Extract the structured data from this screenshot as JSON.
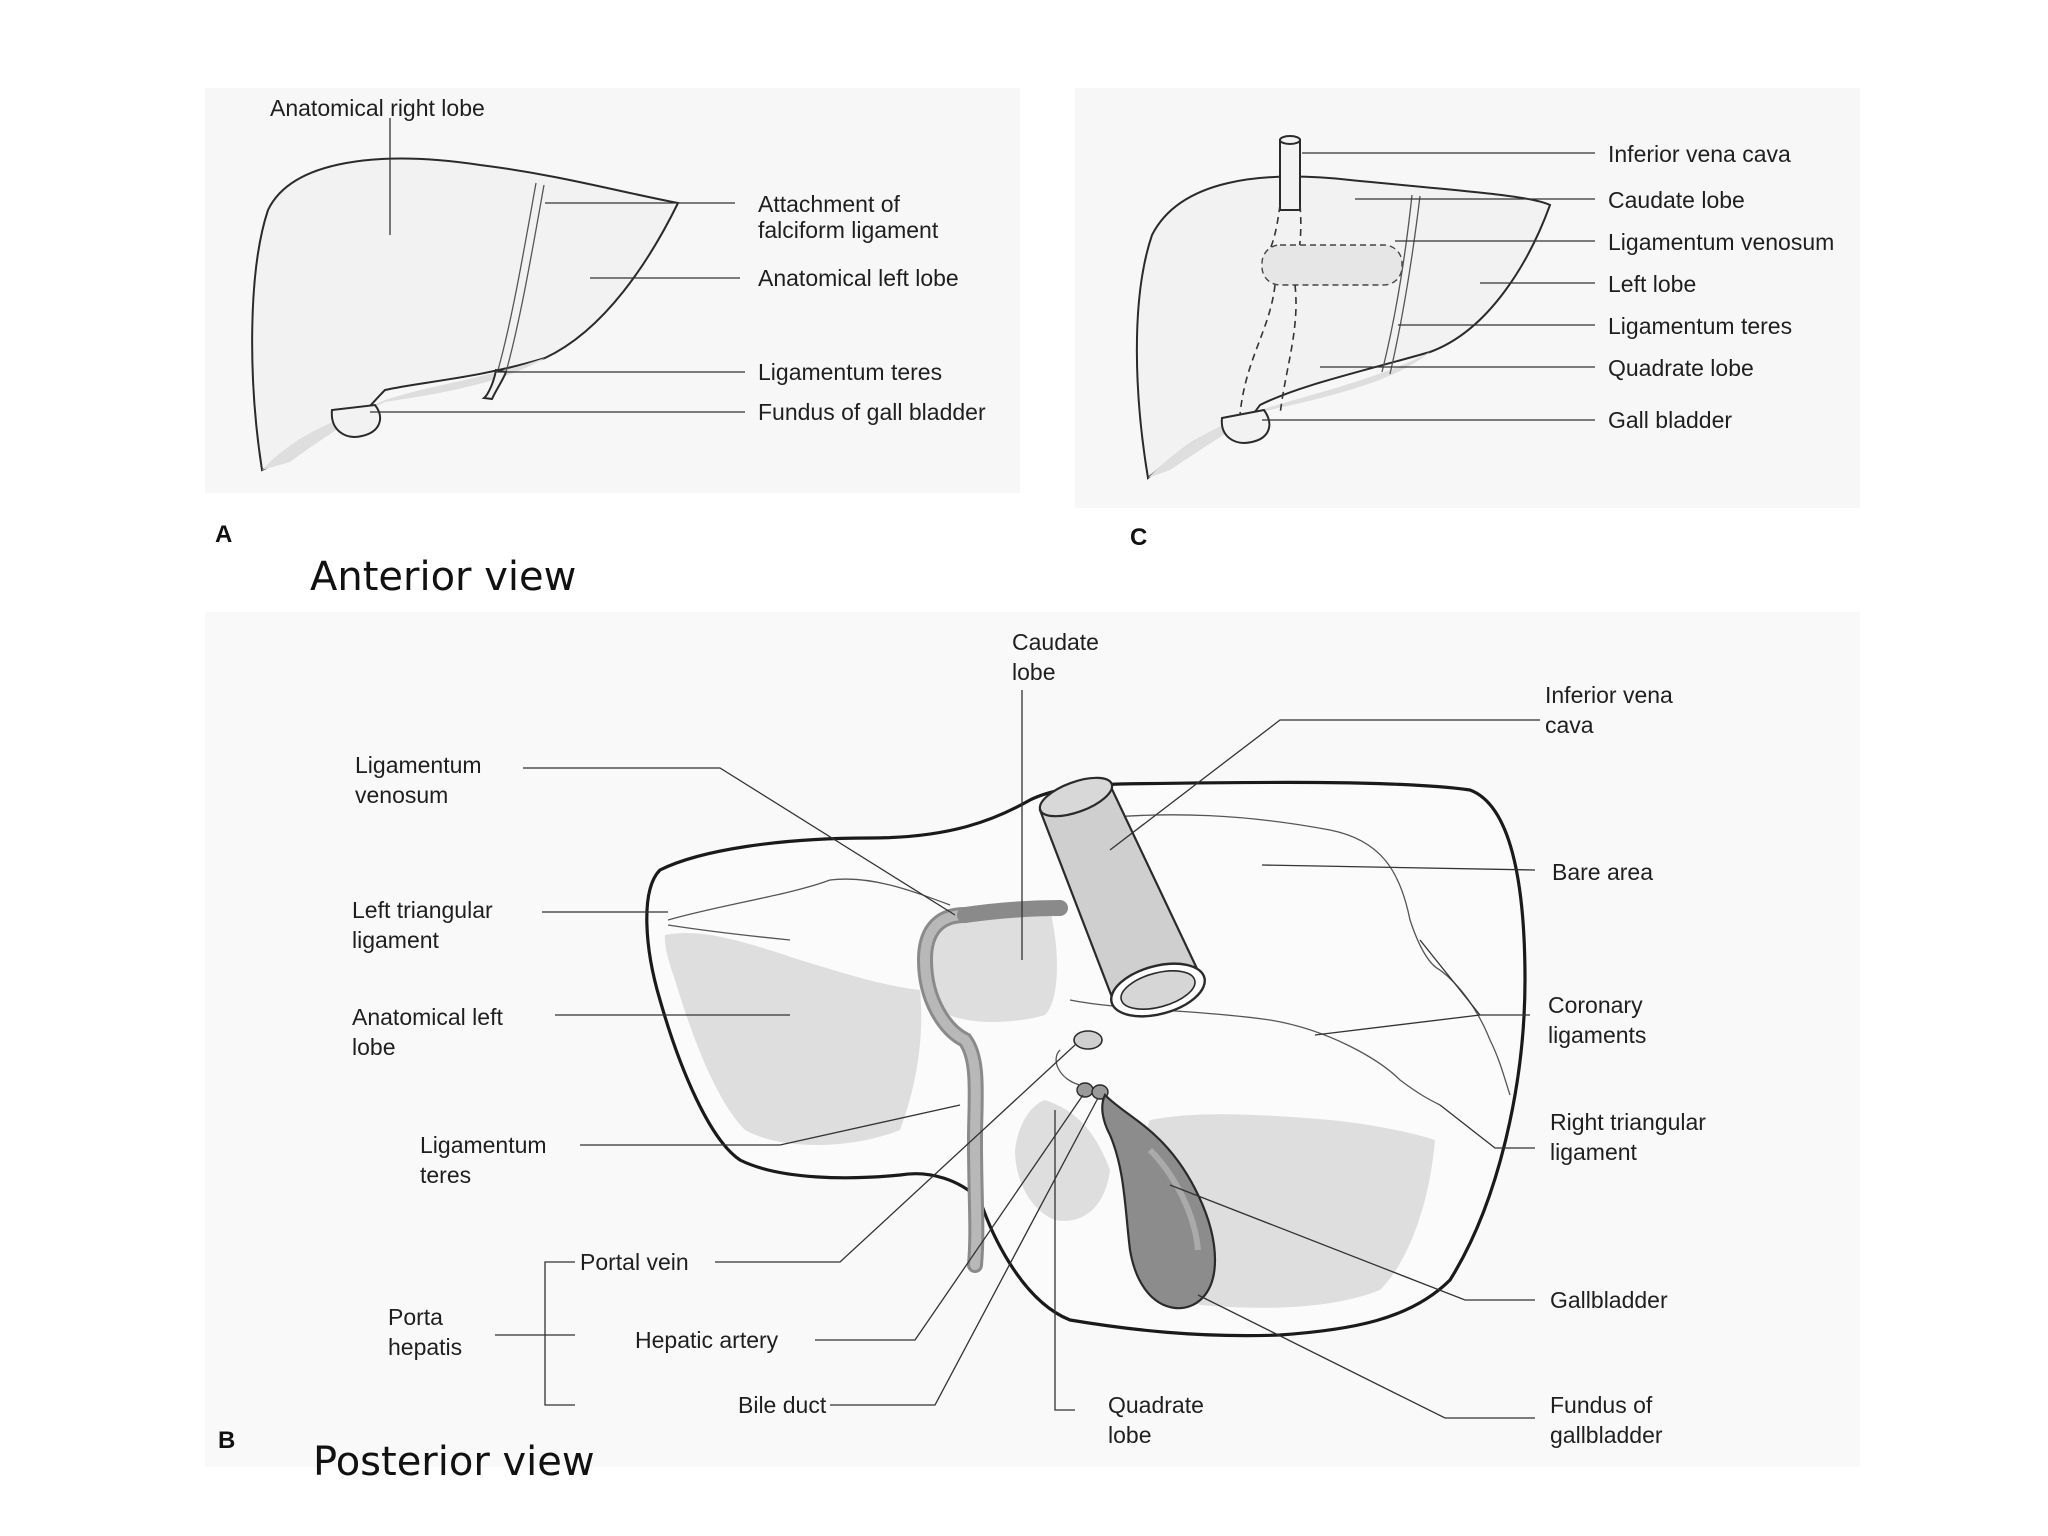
{
  "panel_a": {
    "letter": "A",
    "caption": "Anterior view",
    "labels": {
      "anatomical_right_lobe": "Anatomical right lobe",
      "falciform_line1": "Attachment of",
      "falciform_line2": "falciform ligament",
      "anatomical_left_lobe": "Anatomical left lobe",
      "ligamentum_teres": "Ligamentum teres",
      "fundus_gall_bladder": "Fundus of gall bladder"
    }
  },
  "panel_c": {
    "letter": "C",
    "labels": {
      "inferior_vena_cava": "Inferior vena cava",
      "caudate_lobe": "Caudate lobe",
      "ligamentum_venosum": "Ligamentum venosum",
      "left_lobe": "Left lobe",
      "ligamentum_teres": "Ligamentum teres",
      "quadrate_lobe": "Quadrate lobe",
      "gall_bladder": "Gall bladder"
    }
  },
  "panel_b": {
    "letter": "B",
    "caption": "Posterior view",
    "labels": {
      "caudate_line1": "Caudate",
      "caudate_line2": "lobe",
      "ivc_line1": "Inferior vena",
      "ivc_line2": "cava",
      "lig_venosum_line1": "Ligamentum",
      "lig_venosum_line2": "venosum",
      "bare_area": "Bare area",
      "left_tri_line1": "Left triangular",
      "left_tri_line2": "ligament",
      "coronary_line1": "Coronary",
      "coronary_line2": "ligaments",
      "anat_left_line1": "Anatomical left",
      "anat_left_line2": "lobe",
      "right_tri_line1": "Right triangular",
      "right_tri_line2": "ligament",
      "lig_teres_line1": "Ligamentum",
      "lig_teres_line2": "teres",
      "gallbladder": "Gallbladder",
      "portal_vein": "Portal vein",
      "porta_line1": "Porta",
      "porta_line2": "hepatis",
      "hepatic_artery": "Hepatic artery",
      "bile_duct": "Bile duct",
      "quadrate_line1": "Quadrate",
      "quadrate_line2": "lobe",
      "fundus_line1": "Fundus of",
      "fundus_line2": "gallbladder"
    }
  }
}
